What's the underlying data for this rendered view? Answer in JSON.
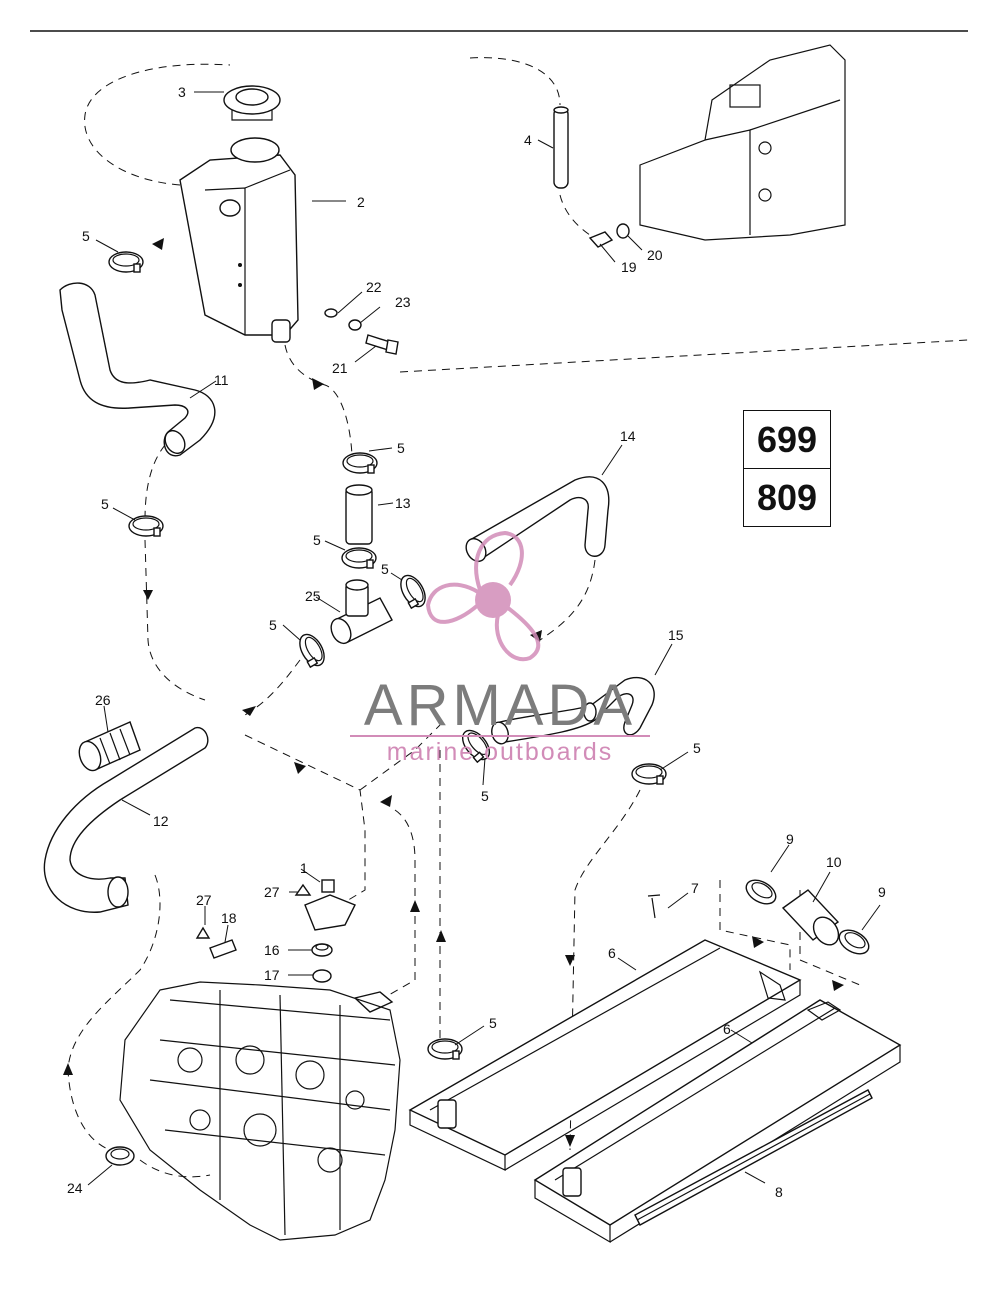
{
  "models": [
    "699",
    "809"
  ],
  "watermark": {
    "brand": "ARMADA",
    "tagline": "marine outboards",
    "accent_color": "#d28cb8"
  },
  "callouts": {
    "c1": "1",
    "c2": "2",
    "c3": "3",
    "c4": "4",
    "c5a": "5",
    "c5b": "5",
    "c5c": "5",
    "c5d": "5",
    "c5e": "5",
    "c5f": "5",
    "c5g": "5",
    "c5h": "5",
    "c5i": "5",
    "c6a": "6",
    "c6b": "6",
    "c7": "7",
    "c8": "8",
    "c9a": "9",
    "c9b": "9",
    "c10": "10",
    "c11": "11",
    "c12": "12",
    "c13": "13",
    "c14": "14",
    "c15": "15",
    "c16": "16",
    "c17": "17",
    "c18": "18",
    "c19": "19",
    "c20": "20",
    "c21": "21",
    "c22": "22",
    "c23": "23",
    "c24": "24",
    "c25": "25",
    "c26": "26",
    "c27a": "27",
    "c27b": "27"
  }
}
